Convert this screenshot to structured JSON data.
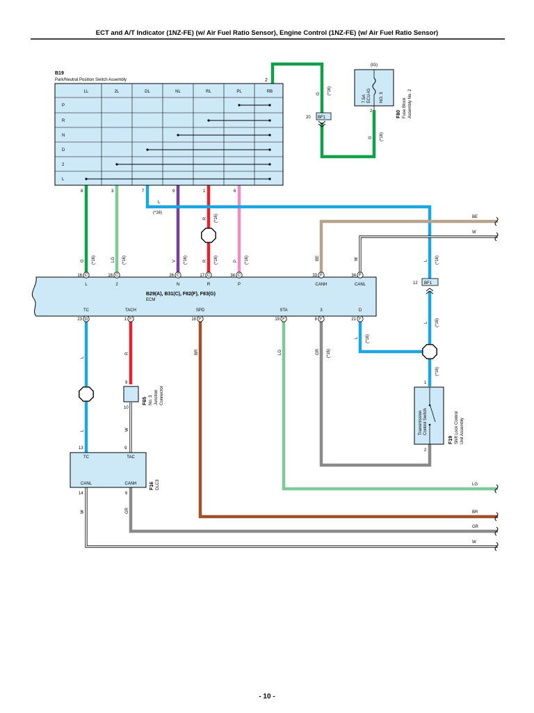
{
  "title": "ECT and A/T Indicator (1NZ-FE) (w/ Air Fuel Ratio Sensor), Engine Control (1NZ-FE) (w/ Air Fuel Ratio Sensor)",
  "page_number": "- 10 -",
  "colors": {
    "G": "#11a04a",
    "LG": "#7fc998",
    "L": "#1ba6e0",
    "V": "#7a3f9a",
    "R": "#e8202a",
    "P": "#e98fbd",
    "BE": "#b7a48e",
    "BR": "#a2502a",
    "GR": "#8a8a8a",
    "W": "#ffffff",
    "box": "#cde9f8"
  },
  "b19": {
    "code": "B19",
    "name": "Park/Neutral Position Switch Assembly",
    "columns": [
      "LL",
      "2L",
      "DL",
      "NL",
      "RL",
      "PL",
      "RB"
    ],
    "rows": [
      "P",
      "R",
      "N",
      "D",
      "2",
      "L"
    ],
    "pins": [
      "8",
      "3",
      "7",
      "9",
      "1",
      "6"
    ],
    "pin_top": "2"
  },
  "f80": {
    "code": "F80",
    "name1": "Fuse Block",
    "name2": "Assembly No. 2",
    "ig": "(IG)",
    "fuse1": "7.5A",
    "fuse2": "ECU-IG",
    "fuse3": "NO. 3",
    "pin": "2"
  },
  "bf1_top": {
    "label": "BF1",
    "pin": "20"
  },
  "bf1_right": {
    "label": "BF1",
    "pin": "12"
  },
  "ecm": {
    "codes": "B29(A), B31(C), F82(F), F83(G)",
    "name": "ECM",
    "top_terms": [
      {
        "pin": "16",
        "conn": "C",
        "label": "L"
      },
      {
        "pin": "18",
        "conn": "C",
        "label": "2"
      },
      {
        "pin": "26",
        "conn": "C",
        "label": "N"
      },
      {
        "pin": "17",
        "conn": "C",
        "label": "R"
      },
      {
        "pin": "34",
        "conn": "C",
        "label": "P"
      },
      {
        "pin": "33",
        "conn": "F",
        "label": "CANH"
      },
      {
        "pin": "34",
        "conn": "F",
        "label": "CANL"
      }
    ],
    "bottom_terms": [
      {
        "pin": "23",
        "conn": "G",
        "label": "TC"
      },
      {
        "pin": "1",
        "conn": "F",
        "label": "TACH"
      },
      {
        "pin": "18",
        "conn": "F",
        "label": "SPD"
      },
      {
        "pin": "19",
        "conn": "F",
        "label": "STA"
      },
      {
        "pin": "8",
        "conn": "F",
        "label": "3"
      },
      {
        "pin": "21",
        "conn": "F",
        "label": "D"
      }
    ]
  },
  "f65": {
    "code": "F65",
    "name1": "No. 3",
    "name2": "Junction",
    "name3": "Connector",
    "pin_top": "9",
    "pin_bot": "10"
  },
  "f19": {
    "code": "F19",
    "name1": "Shift Lock Control",
    "name2": "Unit Assembly",
    "switch1": "Transmission",
    "switch2": "Control Switch",
    "pin_top": "1",
    "pin_bot": "2"
  },
  "f16": {
    "code": "F16",
    "name": "DLC3",
    "tc": "TC",
    "tac": "TAC",
    "canl": "CANL",
    "canh": "CANH",
    "pin_tc": "13",
    "pin_tac": "9",
    "pin_canl": "14",
    "pin_canh": "6"
  },
  "wire_labels": {
    "G": "G",
    "LG": "LG",
    "L": "L",
    "V": "V",
    "R": "R",
    "P": "P",
    "BE": "BE",
    "W": "W",
    "BR": "BR",
    "GR": "GR",
    "note": "(*16)"
  },
  "exits": [
    "BE",
    "W",
    "LG",
    "BR",
    "GR",
    "W"
  ]
}
